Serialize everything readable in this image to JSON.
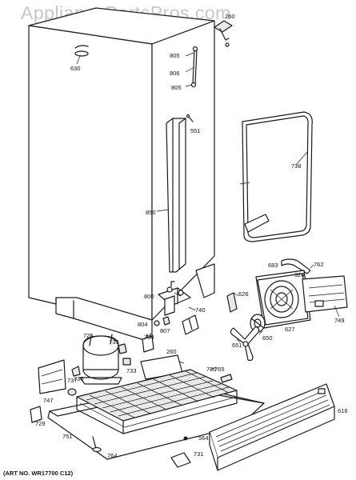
{
  "watermark": "AppliancePartsPros.com",
  "art_number": "(ART NO. WR17700 C12)",
  "part_labels": {
    "p630": "630",
    "p260a": "260",
    "p805a": "805",
    "p806": "806",
    "p805b": "805",
    "p551": "551",
    "p738": "738",
    "p850": "850",
    "p683": "683",
    "p762": "762",
    "p324": "324",
    "p800": "800",
    "p626": "626",
    "p740": "740",
    "p749": "749",
    "p804": "804",
    "p807": "807",
    "p627": "627",
    "p725": "725",
    "p735": "735",
    "p734": "734",
    "p651": "651",
    "p650": "650",
    "p260b": "260",
    "p765": "765",
    "p736": "736",
    "p737": "737",
    "p733": "733",
    "p730": "730",
    "p747": "747",
    "p729": "729",
    "p751": "751",
    "p616": "616",
    "p564": "564",
    "p731": "731",
    "p764": "764"
  }
}
